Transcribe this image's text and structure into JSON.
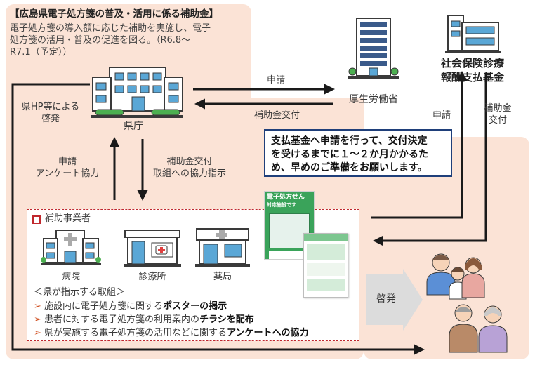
{
  "title": "【広島県電子処方箋の普及・活用に係る補助金】",
  "description": [
    "電子処方箋の導入額に応じた補助を実施し、電子",
    "処方箋の活用・普及の促進を図る。（R6.8～",
    "R7.1（予定））"
  ],
  "prefecture": {
    "label": "県庁",
    "awareness_label": [
      "県HP等による",
      "啓発"
    ],
    "to_businesses_label": [
      "補助金交付",
      "取組への協力指示"
    ],
    "from_businesses_label": [
      "申請",
      "アンケート協力"
    ]
  },
  "ministry": {
    "label": "厚生労働省",
    "apply_label": "申請",
    "grant_label": "補助金交付"
  },
  "fund": {
    "label": [
      "社会保険診療",
      "報酬支払基金"
    ],
    "apply_label": "申請",
    "grant_label": [
      "補助金",
      "交付"
    ]
  },
  "notice": [
    "支払基金へ申請を行って、交付決定",
    "を受けるまでに１～２か月かかるた",
    "め、早めのご準備をお願いします。"
  ],
  "businesses": {
    "title": "補助事業者",
    "facilities": [
      "病院",
      "診療所",
      "薬局"
    ],
    "initiatives_title": "＜県が指示する取組＞",
    "initiatives": [
      {
        "pre": "施設内に電子処方箋に関する",
        "bold": "ポスターの掲示",
        "post": ""
      },
      {
        "pre": "患者に対する電子処方箋の利用案内の",
        "bold": "チラシを配布",
        "post": ""
      },
      {
        "pre": "県が実施する電子処方箋の活用などに関する",
        "bold": "アンケートへの協力",
        "post": ""
      }
    ]
  },
  "poster": {
    "title": [
      "電子処方せん",
      "対応施設です"
    ]
  },
  "awareness_arrow_label": "啓発",
  "colors": {
    "peach": "#fbe3d6",
    "arrow": "#1a1a1a",
    "accent_red": "#c0272d",
    "notice_border": "#1f3f7a",
    "bullet": "#d2572a"
  },
  "icons": [
    "prefecture-building-icon",
    "ministry-building-icon",
    "fund-building-icon",
    "hospital-icon",
    "clinic-icon",
    "pharmacy-icon",
    "people-icon",
    "poster-image",
    "leaflet-image"
  ]
}
